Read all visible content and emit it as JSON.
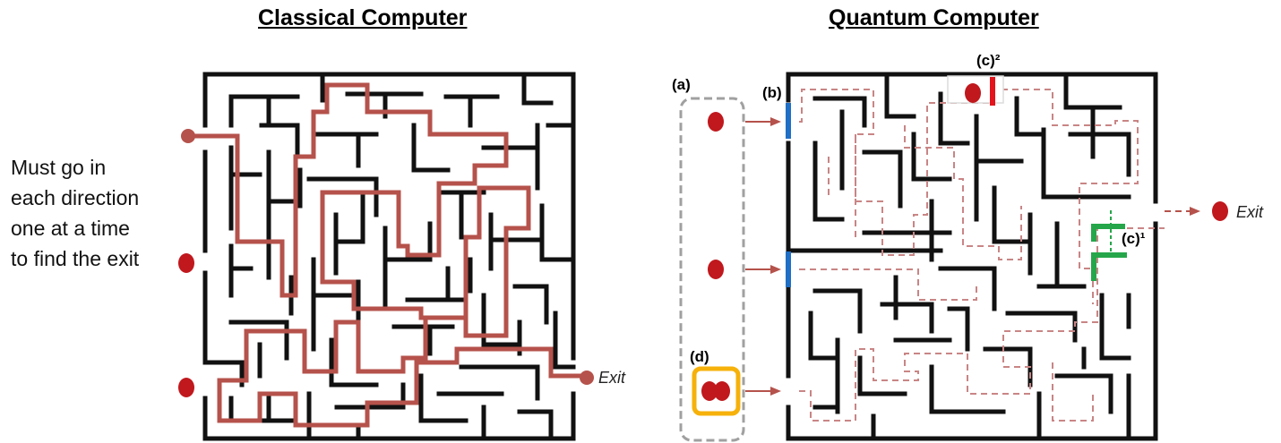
{
  "titles": {
    "classical": "Classical Computer",
    "quantum": "Quantum Computer"
  },
  "caption": {
    "lines": [
      "Must go in",
      "each direction",
      "one at a time",
      "to find the exit"
    ]
  },
  "labels": {
    "a": "(a)",
    "b": "(b)",
    "c2": "(c)²",
    "c1": "(c)¹",
    "d": "(d)",
    "exit_classical": "Exit",
    "exit_quantum": "Exit"
  },
  "colors": {
    "wall": "#111111",
    "path_red": "#b5524b",
    "dot_red": "#c0181d",
    "blue_marker": "#1f6fc4",
    "red_marker": "#e3141b",
    "green_marker": "#25a64a",
    "dashed_group": "#a0a0a0",
    "yellow_box": "#f6b10a"
  }
}
